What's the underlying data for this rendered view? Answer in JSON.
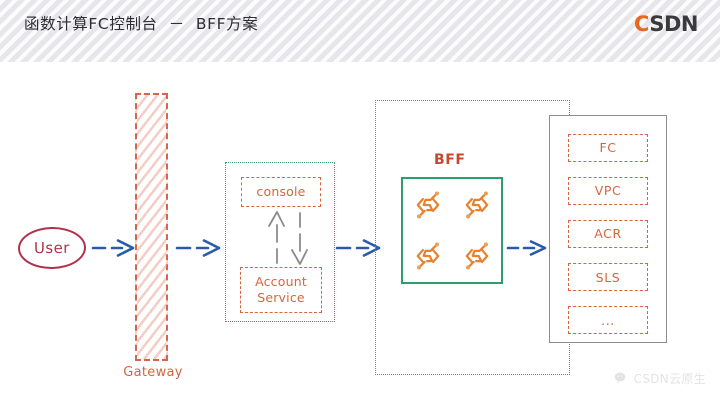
{
  "header": {
    "title": "函数计算FC控制台  －  BFF方案",
    "logo": {
      "accent_letter": "C",
      "rest_letters": "SDN",
      "accent_color": "#e8661d",
      "text_color": "#3a3a3c"
    }
  },
  "diagram": {
    "user": {
      "label": "User",
      "color": "#b2314a"
    },
    "gateway": {
      "label": "Gateway",
      "color": "#d4653f"
    },
    "console_group": {
      "border_color": "#3d9e74",
      "boxes": [
        {
          "label": "console"
        },
        {
          "label": "Account\nService"
        }
      ],
      "link_color": "#8a8a90"
    },
    "bff": {
      "label": "BFF",
      "label_color": "#c4482b",
      "zone_border_color": "#3d9e74",
      "box_border_color": "#2e9e6e",
      "icon_name": "fc-function-icon",
      "icon_color": "#e8822f",
      "icon_count": 4
    },
    "services": {
      "panel_border_color": "#8c8c92",
      "chip_color": "#d4653f",
      "items": [
        {
          "label": "FC"
        },
        {
          "label": "VPC"
        },
        {
          "label": "ACR"
        },
        {
          "label": "SLS"
        },
        {
          "label": "..."
        }
      ]
    },
    "arrows": {
      "color": "#2a5ba8",
      "style": "dashed",
      "items": [
        {
          "name": "user-to-gateway"
        },
        {
          "name": "gateway-to-console"
        },
        {
          "name": "console-to-bff"
        },
        {
          "name": "bff-to-services"
        }
      ]
    }
  },
  "watermark": {
    "text": "CSDN云原生",
    "icon_name": "wechat-icon"
  }
}
